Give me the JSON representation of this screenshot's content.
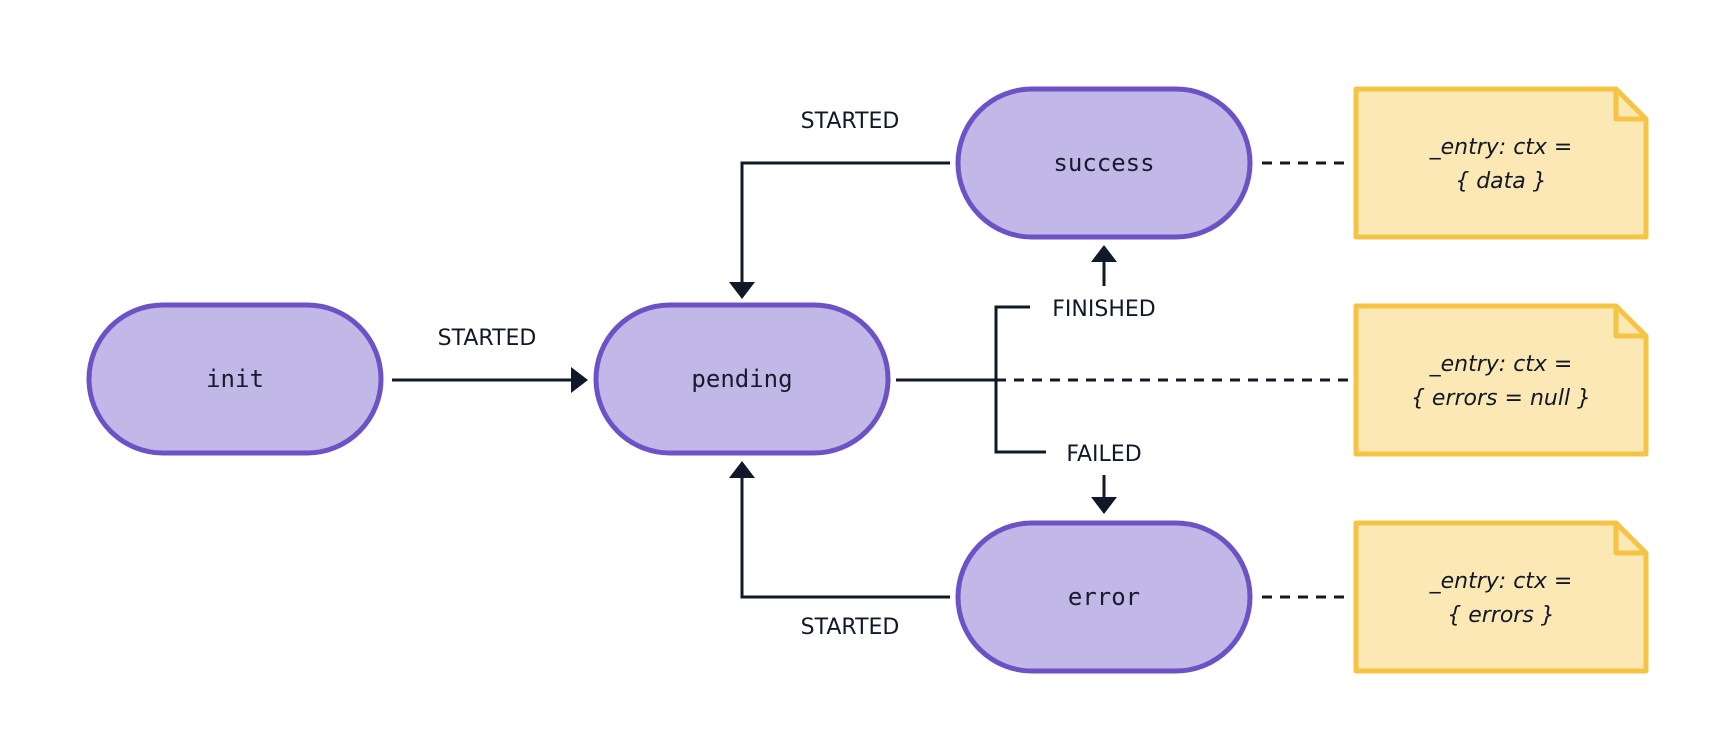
{
  "states": {
    "init": "init",
    "pending": "pending",
    "success": "success",
    "error": "error"
  },
  "transitions": {
    "init_to_pending": "STARTED",
    "success_to_pending": "STARTED",
    "error_to_pending": "STARTED",
    "pending_to_success": "FINISHED",
    "pending_to_error": "FAILED"
  },
  "notes": {
    "success": {
      "line1": "_entry: ctx =",
      "line2": "{ data }"
    },
    "pending": {
      "line1": "_entry: ctx =",
      "line2": "{ errors = null }"
    },
    "error": {
      "line1": "_entry: ctx =",
      "line2": "{ errors }"
    }
  },
  "colors": {
    "state_fill": "#c1b8e7",
    "state_stroke": "#6c52c4",
    "note_fill": "#fce8b4",
    "note_stroke": "#f6c444",
    "edge": "#111827"
  }
}
